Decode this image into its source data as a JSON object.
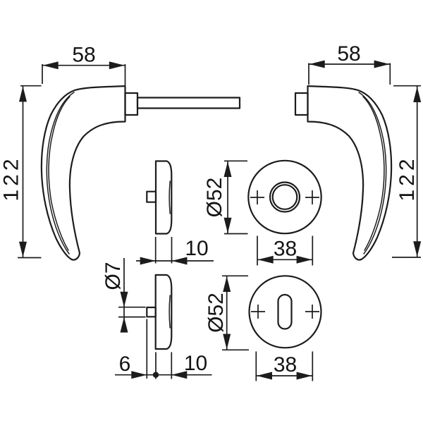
{
  "drawing": {
    "type": "technical-dimension-drawing",
    "subject": "door lever handle set with round rosettes",
    "background_color": "#ffffff",
    "line_color": "#1c1c1c",
    "labels": {
      "left_handle_width": "58",
      "right_handle_width": "58",
      "left_handle_height": "122",
      "right_handle_height": "122",
      "top_rosette_diameter": "Ø52",
      "top_rosette_depth": "10",
      "top_rosette_screw_spacing": "38",
      "bottom_rosette_diameter": "Ø52",
      "bottom_rosette_depth": "10",
      "bottom_rosette_screw_spacing": "38",
      "pin_diameter": "Ø7",
      "pin_protrusion": "6"
    }
  }
}
